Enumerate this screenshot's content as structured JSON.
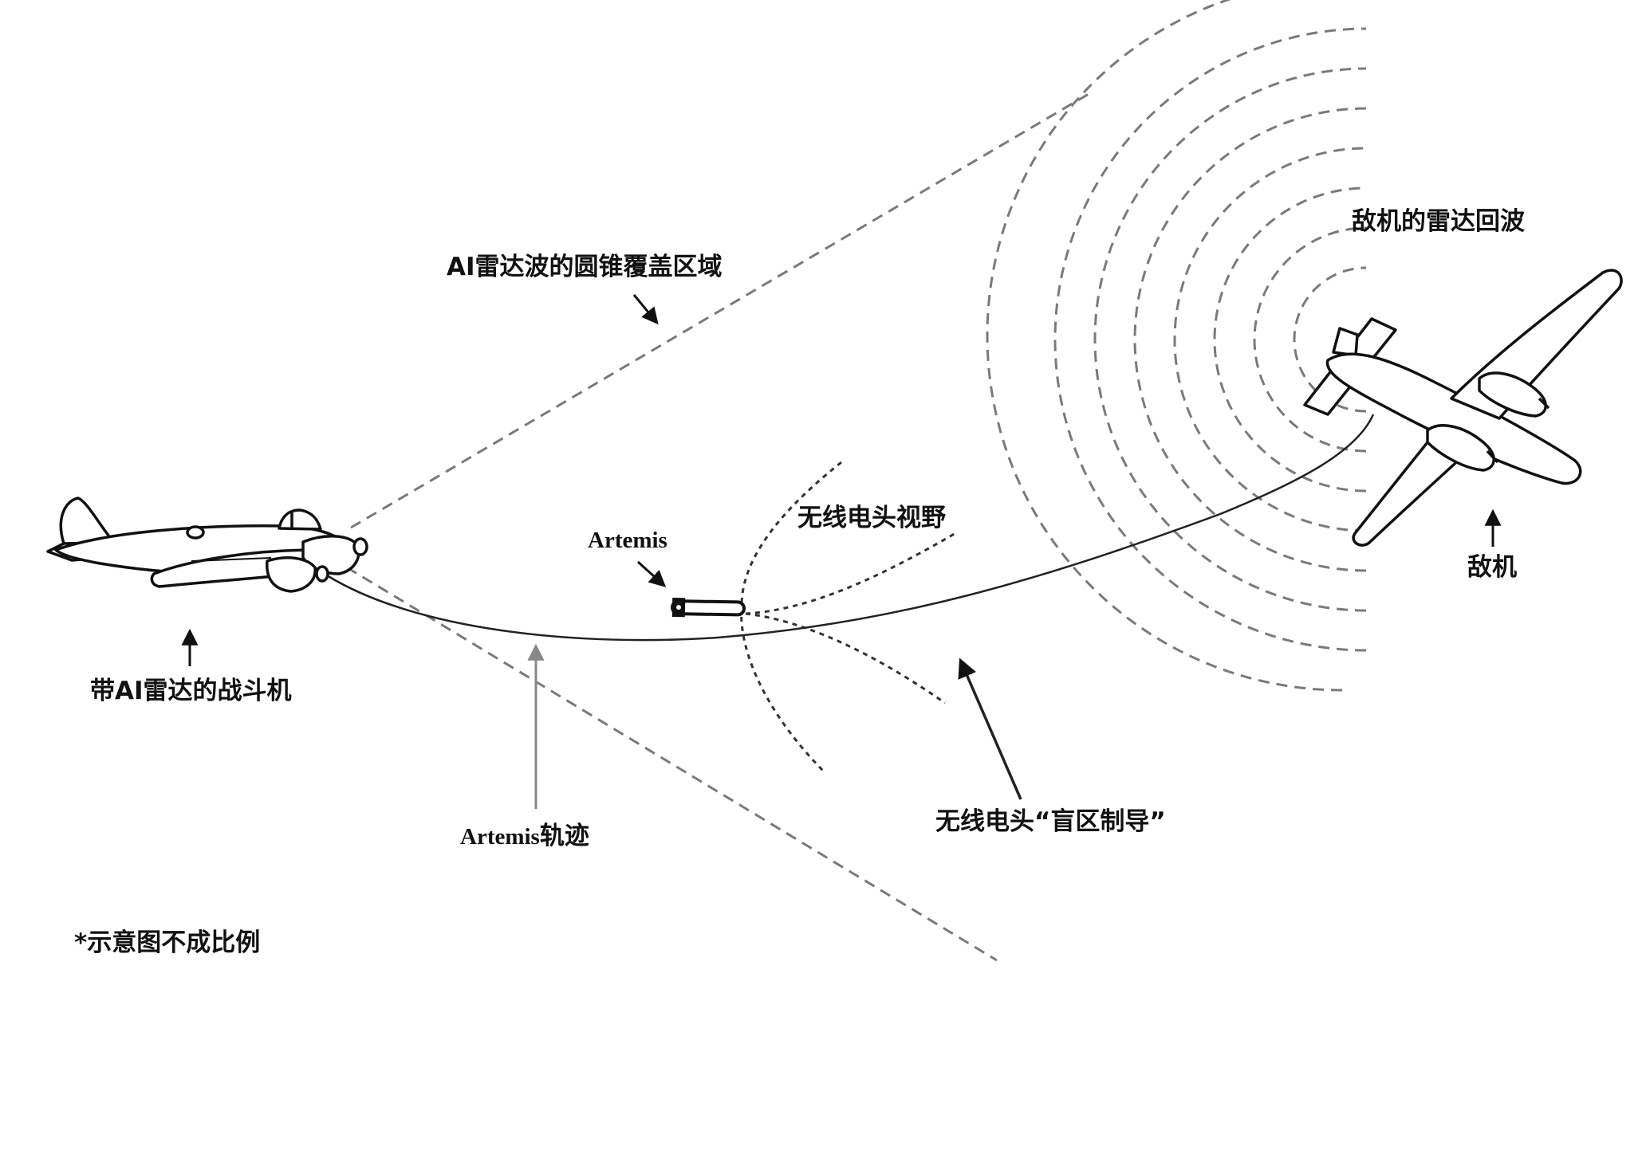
{
  "labels": {
    "radar_cone": "AI雷达波的圆锥覆盖区域",
    "enemy_echo": "敌机的雷达回波",
    "enemy_plane": "敌机",
    "artemis": "Artemis",
    "radio_view": "无线电头视野",
    "fighter": "带AI雷达的战斗机",
    "trajectory_prefix": "Artemis",
    "trajectory_suffix": "轨迹",
    "blind_guidance": "无线电头“盲区制导”",
    "note": "*示意图不成比例"
  },
  "colors": {
    "ink": "#111111",
    "dashed": "#777777",
    "background": "#ffffff"
  },
  "icons": {
    "fighter": "single-engine-fighter-plane",
    "enemy": "twin-engine-bomber-plane",
    "missile": "artemis-missile"
  }
}
